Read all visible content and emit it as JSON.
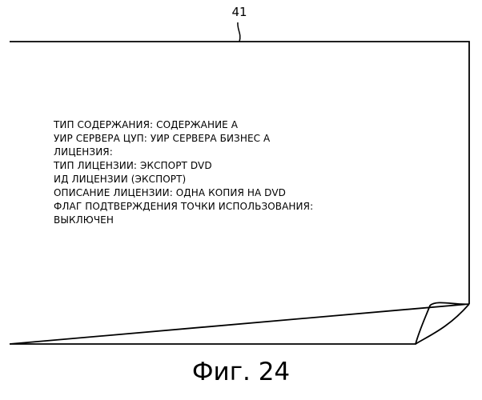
{
  "figure": {
    "reference_numeral": "41",
    "caption": "Фиг. 24"
  },
  "document": {
    "lines": [
      "ТИП СОДЕРЖАНИЯ: СОДЕРЖАНИЕ А",
      "УИР СЕРВЕРА ЦУП: УИР СЕРВЕРА БИЗНЕС А",
      "ЛИЦЕНЗИЯ:",
      "ТИП ЛИЦЕНЗИИ: ЭКСПОРТ DVD",
      "ИД ЛИЦЕНЗИИ (ЭКСПОРТ)",
      "ОПИСАНИЕ ЛИЦЕНЗИИ: ОДНА КОПИЯ НА DVD",
      "ФЛАГ ПОДТВЕРЖДЕНИЯ ТОЧКИ ИСПОЛЬЗОВАНИЯ:",
      "ВЫКЛЮЧЕН"
    ]
  }
}
